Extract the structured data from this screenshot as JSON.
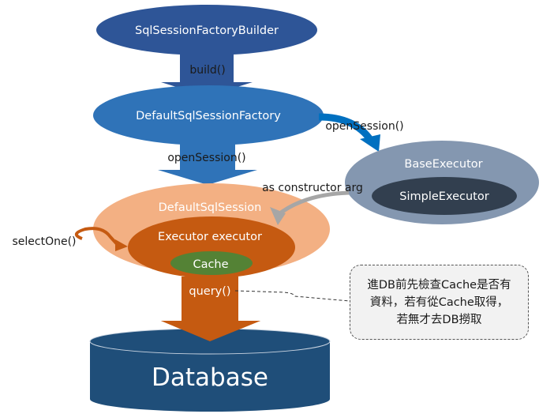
{
  "colors": {
    "builder": "#2e5597",
    "factory": "#2f73b8",
    "session": "#f3b083",
    "executor": "#c55a11",
    "cache": "#548235",
    "base_executor": "#8497b0",
    "simple_executor": "#323f4f",
    "database": "#1f4e79",
    "gray_arrow": "#a6a6a6",
    "open_session_arrow": "#0070c0"
  },
  "nodes": {
    "builder": "SqlSessionFactoryBuilder",
    "factory": "DefaultSqlSessionFactory",
    "session": "DefaultSqlSession",
    "executor": "Executor executor",
    "cache": "Cache",
    "base_executor": "BaseExecutor",
    "simple_executor": "SimpleExecutor",
    "database": "Database"
  },
  "edges": {
    "build": "build()",
    "open_session_down": "openSession()",
    "open_session_side": "openSession()",
    "constructor_arg": "as constructor arg",
    "select_one": "selectOne()",
    "query": "query()"
  },
  "note": {
    "lines": [
      "進DB前先檢查Cache是否有",
      "資料，若有從Cache取得，",
      "若無才去DB撈取"
    ]
  }
}
